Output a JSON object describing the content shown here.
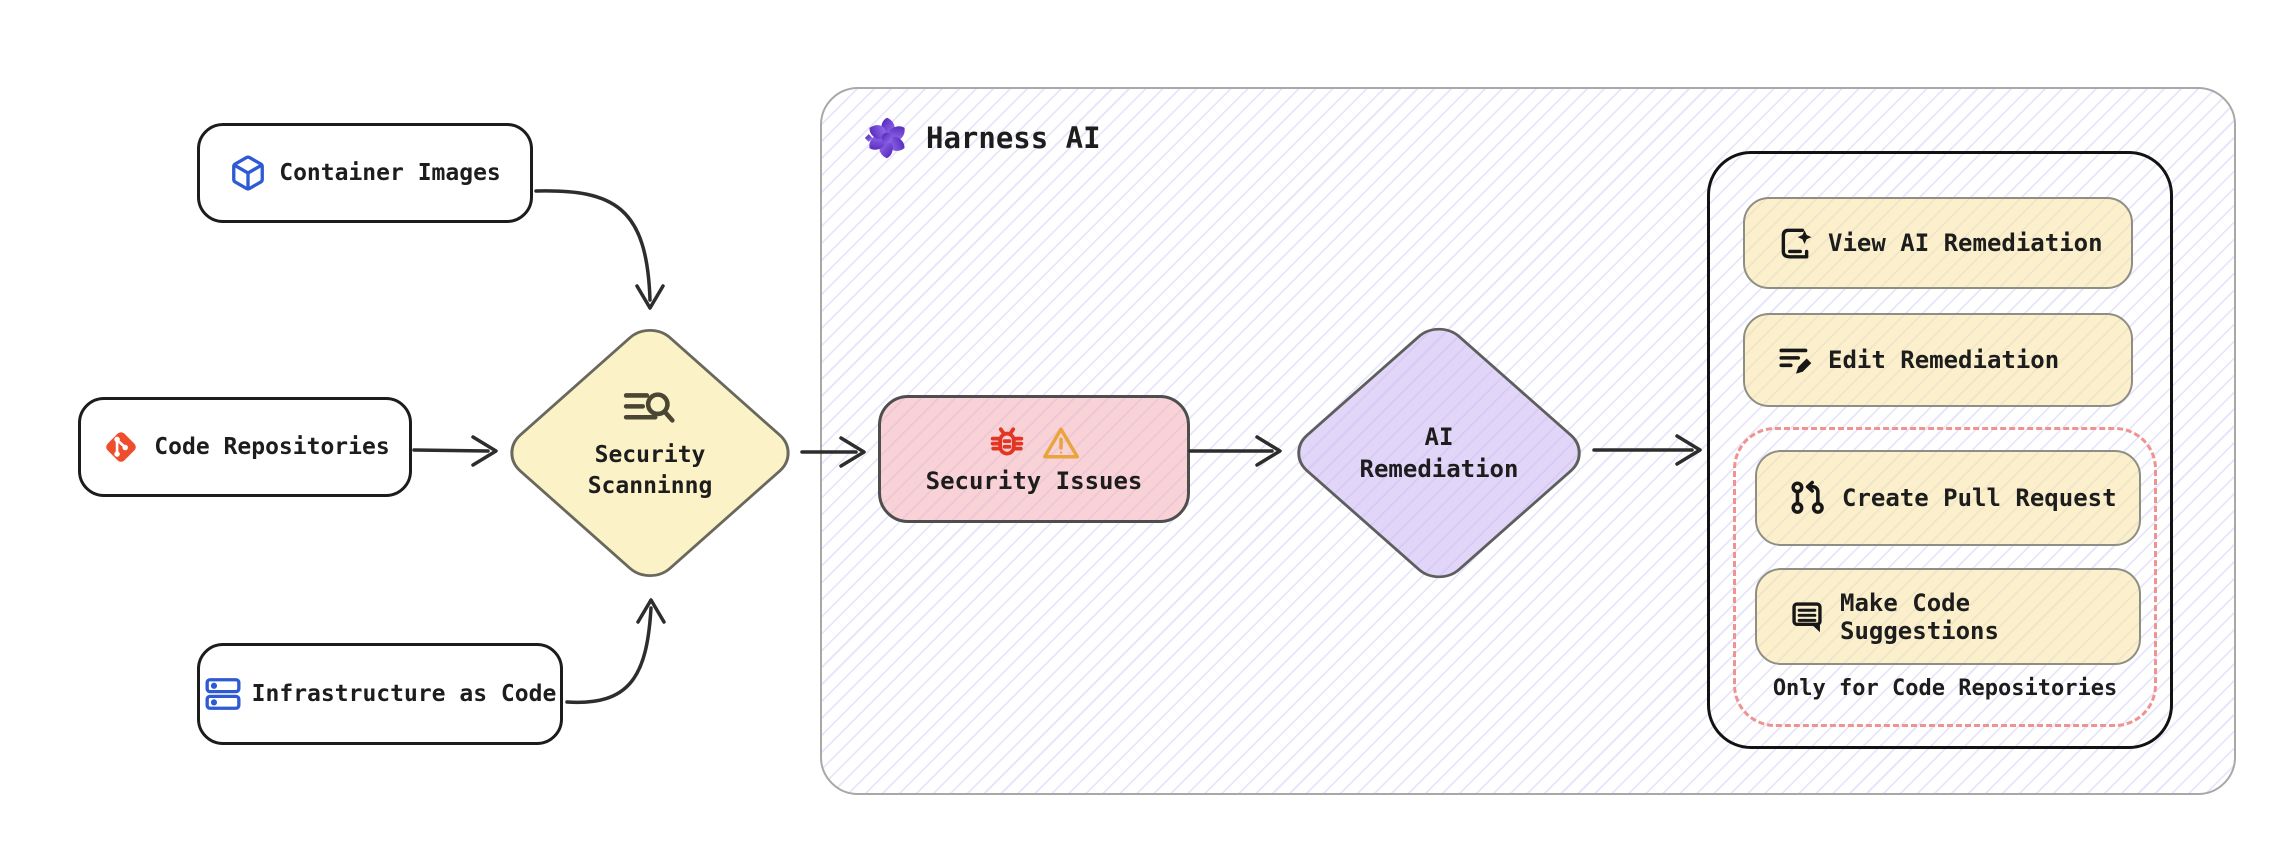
{
  "diagram": {
    "sources": [
      {
        "label": "Container Images",
        "icon": "cube-icon"
      },
      {
        "label": "Code Repositories",
        "icon": "git-icon"
      },
      {
        "label": "Infrastructure as Code",
        "icon": "server-icon"
      }
    ],
    "scanning": {
      "label_line1": "Security",
      "label_line2": "Scanninng",
      "icon": "text-search-icon"
    },
    "harness": {
      "title": "Harness AI",
      "icon": "harness-logo-icon"
    },
    "security_issues": {
      "label": "Security Issues",
      "icons": [
        "bug-icon",
        "warning-icon"
      ]
    },
    "ai_remediation": {
      "label_line1": "AI",
      "label_line2": "Remediation"
    },
    "actions": {
      "buttons": [
        {
          "label": "View AI Remediation",
          "icon": "document-sparkle-icon"
        },
        {
          "label": "Edit Remediation",
          "icon": "edit-list-icon"
        },
        {
          "label": "Create Pull Request",
          "icon": "pull-request-icon"
        },
        {
          "label": "Make Code Suggestions",
          "icon": "code-suggestion-icon"
        }
      ],
      "restriction_note": "Only for Code Repositories"
    },
    "colors": {
      "node_yellow": "#fcf2c7",
      "node_pink": "#f6d2d6",
      "node_purple": "#ddd2f7",
      "dashed_red": "#f0928f",
      "hatch_lavender": "#c9c4ef",
      "icon_blue": "#2e5ad6",
      "git_red": "#ef4e2c",
      "bug_red": "#e23522",
      "warning_orange": "#e9a43c",
      "harness_purple_dark": "#4c1fb5",
      "harness_purple_light": "#9b74f2",
      "arrow_black": "#2d2d2d"
    }
  }
}
